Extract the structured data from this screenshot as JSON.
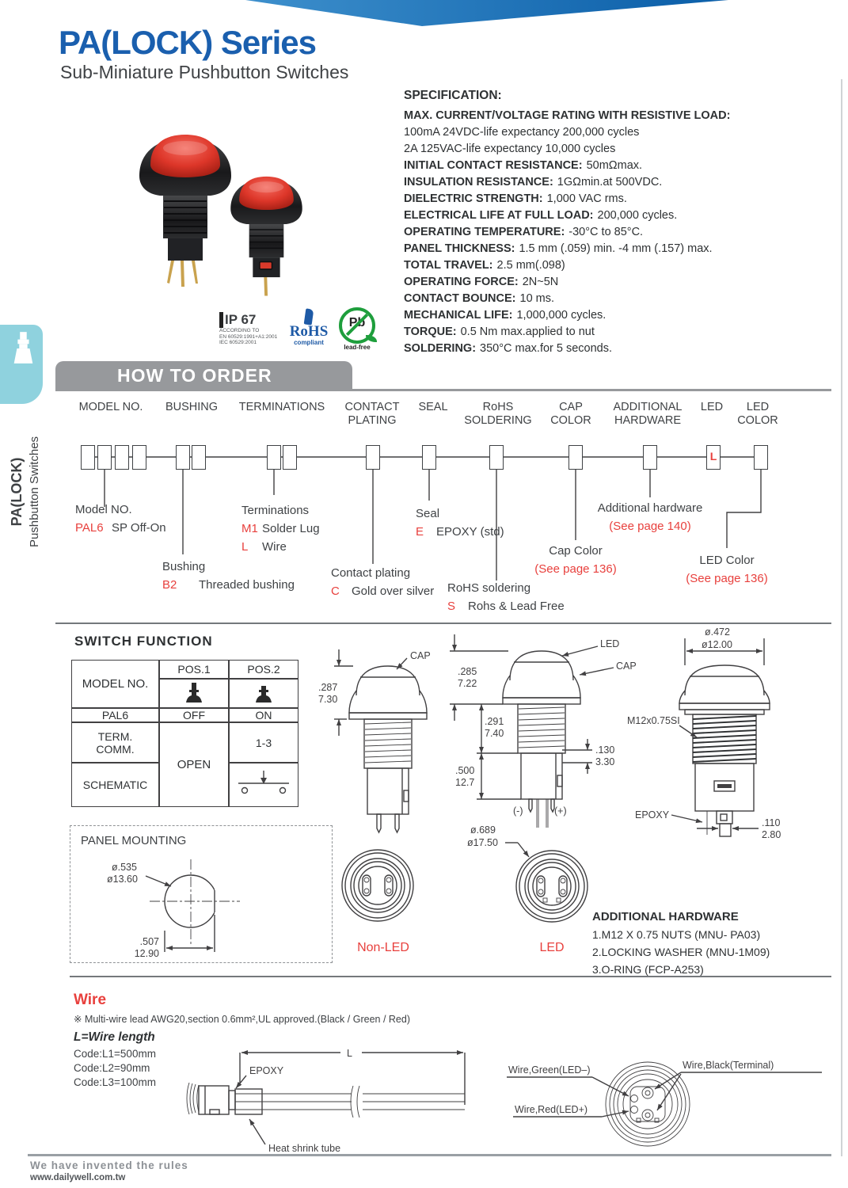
{
  "header": {
    "title": "PA(LOCK) Series",
    "subtitle": "Sub-Miniature Pushbutton Switches"
  },
  "sidebar": {
    "series": "PA(LOCK)",
    "category": "Pushbutton Switches"
  },
  "certs": {
    "ip": {
      "code": "IP 67",
      "l1": "ACCORDING TO",
      "l2": "EN 60529:1991+A1:2001",
      "l3": "IEC 60529:2001"
    },
    "rohs": {
      "name": "RoHS",
      "sub": "compliant"
    },
    "pb": {
      "symbol": "Pb",
      "sub": "lead-free"
    }
  },
  "spec": {
    "heading": "SPECIFICATION:",
    "items": [
      {
        "b": "MAX. CURRENT/VOLTAGE RATING WITH RESISTIVE LOAD:",
        "t": ""
      },
      {
        "b": "",
        "t": "100mA 24VDC-life expectancy 200,000 cycles"
      },
      {
        "b": "",
        "t": "2A 125VAC-life expectancy 10,000 cycles"
      },
      {
        "b": "INITIAL CONTACT RESISTANCE:",
        "t": "50mΩmax."
      },
      {
        "b": "INSULATION RESISTANCE:",
        "t": "1GΩmin.at 500VDC."
      },
      {
        "b": "DIELECTRIC STRENGTH:",
        "t": "1,000 VAC rms."
      },
      {
        "b": "ELECTRICAL LIFE AT FULL LOAD:",
        "t": "200,000 cycles."
      },
      {
        "b": "OPERATING TEMPERATURE:",
        "t": "-30°C to 85°C."
      },
      {
        "b": "PANEL THICKNESS:",
        "t": "1.5 mm (.059) min. -4 mm (.157) max."
      },
      {
        "b": "TOTAL TRAVEL:",
        "t": "2.5 mm(.098)"
      },
      {
        "b": "OPERATING FORCE:",
        "t": "2N~5N"
      },
      {
        "b": "CONTACT BOUNCE:",
        "t": "10 ms."
      },
      {
        "b": "MECHANICAL LIFE:",
        "t": "1,000,000 cycles."
      },
      {
        "b": "TORQUE:",
        "t": "0.5 Nm max.applied to nut"
      },
      {
        "b": "SOLDERING:",
        "t": "350°C max.for 5 seconds."
      }
    ]
  },
  "order": {
    "heading": "HOW TO ORDER",
    "columns": [
      "MODEL NO.",
      "BUSHING",
      "TERMINATIONS",
      "CONTACT\nPLATING",
      "SEAL",
      "RoHS\nSOLDERING",
      "CAP\nCOLOR",
      "ADDITIONAL\nHARDWARE",
      "LED",
      "LED\nCOLOR"
    ],
    "led_code": "L",
    "model": {
      "title": "Model NO.",
      "code": "PAL6",
      "desc": "SP Off-On"
    },
    "bushing": {
      "title": "Bushing",
      "code": "B2",
      "desc": "Threaded bushing"
    },
    "terminations": {
      "title": "Terminations",
      "code1": "M1",
      "desc1": "Solder Lug",
      "code2": "L",
      "desc2": "Wire"
    },
    "contact": {
      "title": "Contact plating",
      "code": "C",
      "desc": "Gold over silver"
    },
    "seal": {
      "title": "Seal",
      "code": "E",
      "desc": "EPOXY (std)"
    },
    "rohs": {
      "title": "RoHS soldering",
      "code": "S",
      "desc": "Rohs & Lead Free"
    },
    "cap": {
      "title": "Cap Color",
      "note": "(See page 136)"
    },
    "hardware": {
      "title": "Additional hardware",
      "note": "(See page 140)"
    },
    "ledcolor": {
      "title": "LED Color",
      "note": "(See page 136)"
    }
  },
  "function": {
    "heading": "SWITCH FUNCTION",
    "model_header": "MODEL NO.",
    "pos1": "POS.1",
    "pos2": "POS.2",
    "model": "PAL6",
    "pos1_state": "OFF",
    "pos2_state": "ON",
    "term": "TERM.\nCOMM.",
    "open": "OPEN",
    "circuit": "1-3",
    "schematic": "SCHEMATIC"
  },
  "drawings": {
    "cap": "CAP",
    "led": "LED",
    "d1_in": ".287",
    "d1_mm": "7.30",
    "d2_in": ".285",
    "d2_mm": "7.22",
    "d3_in": ".291",
    "d3_mm": "7.40",
    "d4_in": ".500",
    "d4_mm": "12.7",
    "d5_in": ".130",
    "d5_mm": "3.30",
    "minus": "(-)",
    "plus": "(+)",
    "dia_in": "ø.472",
    "dia_mm": "ø12.00",
    "thread": "M12x0.75SI",
    "epoxy": "EPOXY",
    "d6_in": ".110",
    "d6_mm": "2.80"
  },
  "panel": {
    "heading": "PANEL MOUNTING",
    "dia_in": "ø.535",
    "dia_mm": "ø13.60",
    "w_in": ".507",
    "w_mm": "12.90"
  },
  "views": {
    "dia_in": "ø.689",
    "dia_mm": "ø17.50",
    "non_led": "Non-LED",
    "led": "LED"
  },
  "hardware": {
    "heading": "ADDITIONAL HARDWARE",
    "items": [
      "1.M12 X 0.75 NUTS (MNU- PA03)",
      "2.LOCKING WASHER (MNU-1M09)",
      "3.O-RING (FCP-A253)"
    ]
  },
  "wire": {
    "heading": "Wire",
    "note": "※ Multi-wire lead AWG20,section 0.6mm²,UL approved.(Black / Green / Red)",
    "length_title": "L=Wire length",
    "codes": [
      "Code:L1=500mm",
      "Code:L2=90mm",
      "Code:L3=100mm"
    ],
    "l": "L",
    "epoxy": "EPOXY",
    "heat": "Heat shrink tube",
    "green": "Wire,Green(LED–)",
    "black": "Wire,Black(Terminal)",
    "red": "Wire,Red(LED+)"
  },
  "footer": {
    "slogan": "We have invented the rules",
    "site": "www.dailywell.com.tw"
  },
  "colors": {
    "accent_red": "#e8403d",
    "brand_blue": "#1a5fae",
    "banner_gray": "#97999c",
    "tab_teal": "#8fd2de"
  }
}
